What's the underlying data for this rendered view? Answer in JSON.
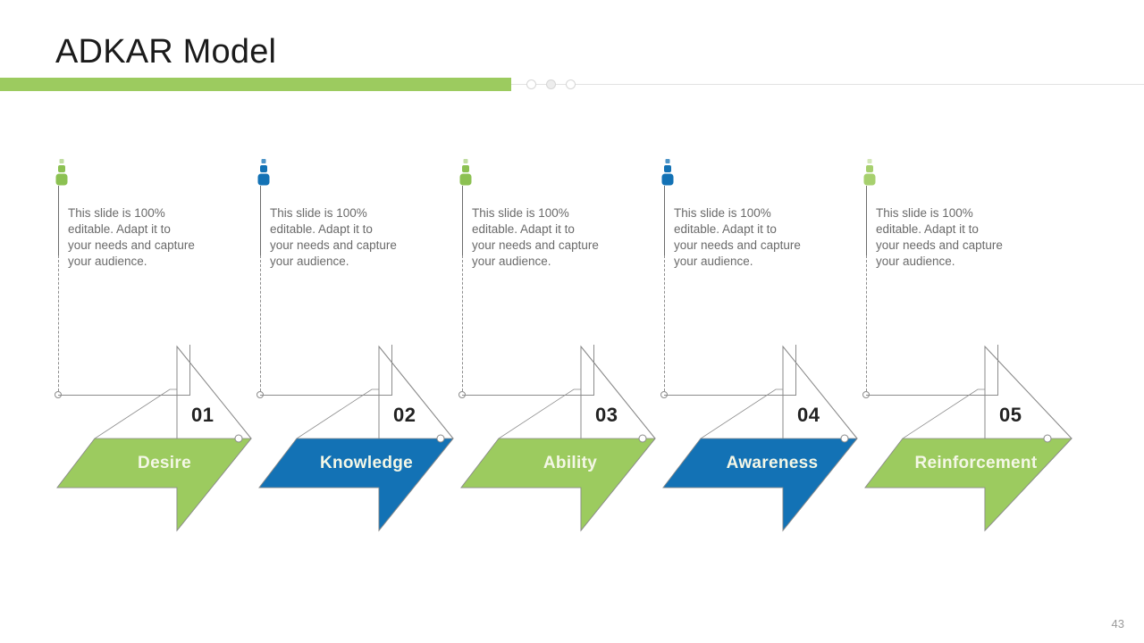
{
  "slide": {
    "title": "ADKAR Model",
    "page_number": "43",
    "accent_green": "#9ccb5f",
    "accent_blue": "#1372b5",
    "label_text_color": "#f4f7e6",
    "body_text_color": "#6a6a6a"
  },
  "header": {
    "decor_dots": [
      "dot-1",
      "dot-2",
      "dot-3"
    ]
  },
  "steps": [
    {
      "number": "01",
      "label": "Desire",
      "color": "#9ccb5f",
      "icon": "person-icon",
      "icon_color": "#8cc152",
      "body": "This slide is 100% editable. Adapt it to your needs and capture your audience."
    },
    {
      "number": "02",
      "label": "Knowledge",
      "color": "#1372b5",
      "icon": "person-icon",
      "icon_color": "#1372b5",
      "body": "This slide is 100% editable. Adapt it to your needs and capture your audience."
    },
    {
      "number": "03",
      "label": "Ability",
      "color": "#9ccb5f",
      "icon": "person-icon",
      "icon_color": "#8cc152",
      "body": "This slide is 100% editable. Adapt it to your needs and capture your audience."
    },
    {
      "number": "04",
      "label": "Awareness",
      "color": "#1372b5",
      "icon": "person-icon",
      "icon_color": "#1372b5",
      "body": "This slide is 100% editable. Adapt it to your needs and capture your audience."
    },
    {
      "number": "05",
      "label": "Reinforcement",
      "color": "#9ccb5f",
      "icon": "person-icon",
      "icon_color": "#a7d06e",
      "body": "This slide is 100% editable. Adapt it to your needs and capture your audience."
    }
  ]
}
